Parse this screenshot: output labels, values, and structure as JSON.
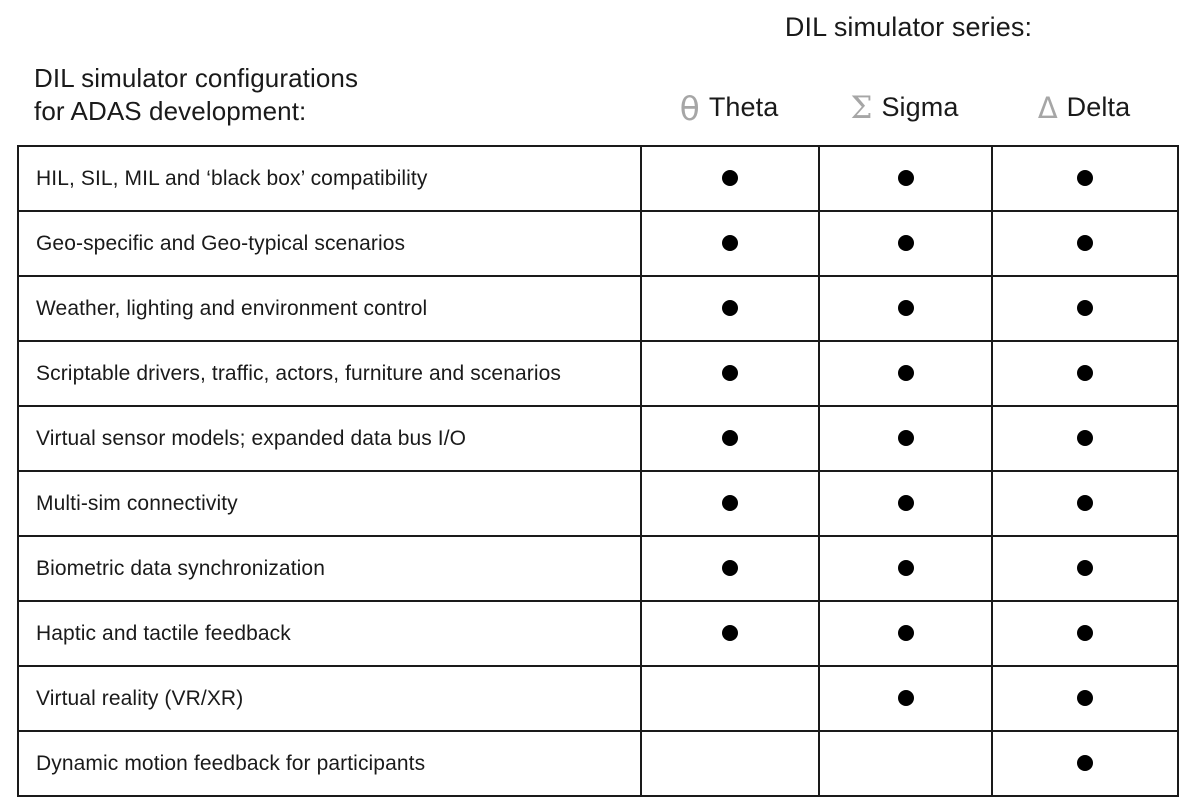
{
  "headings": {
    "series_title": "DIL simulator series:",
    "config_title_line1": "DIL simulator configurations",
    "config_title_line2": "for ADAS development:"
  },
  "columns": [
    {
      "symbol": "θ",
      "symbol_name": "theta-symbol",
      "label": "Theta"
    },
    {
      "symbol": "Σ",
      "symbol_name": "sigma-symbol",
      "label": "Sigma"
    },
    {
      "symbol": "Δ",
      "symbol_name": "delta-symbol",
      "label": "Delta"
    }
  ],
  "rows": [
    {
      "feature": "HIL, SIL, MIL and ‘black box’ compatibility",
      "theta": true,
      "sigma": true,
      "delta": true
    },
    {
      "feature": "Geo-specific and Geo-typical scenarios",
      "theta": true,
      "sigma": true,
      "delta": true
    },
    {
      "feature": "Weather, lighting and environment control",
      "theta": true,
      "sigma": true,
      "delta": true
    },
    {
      "feature": "Scriptable drivers, traffic, actors, furniture and scenarios",
      "theta": true,
      "sigma": true,
      "delta": true
    },
    {
      "feature": "Virtual sensor models; expanded data bus I/O",
      "theta": true,
      "sigma": true,
      "delta": true
    },
    {
      "feature": "Multi-sim connectivity",
      "theta": true,
      "sigma": true,
      "delta": true
    },
    {
      "feature": "Biometric data synchronization",
      "theta": true,
      "sigma": true,
      "delta": true
    },
    {
      "feature": "Haptic and tactile feedback",
      "theta": true,
      "sigma": true,
      "delta": true
    },
    {
      "feature": "Virtual reality (VR/XR)",
      "theta": false,
      "sigma": true,
      "delta": true
    },
    {
      "feature": "Dynamic motion feedback for participants",
      "theta": false,
      "sigma": false,
      "delta": true
    }
  ],
  "colors": {
    "text": "#1a1a1a",
    "symbol_gray": "#a6a6a6",
    "border": "#1a1a1a",
    "dot": "#000000",
    "background": "#ffffff"
  }
}
